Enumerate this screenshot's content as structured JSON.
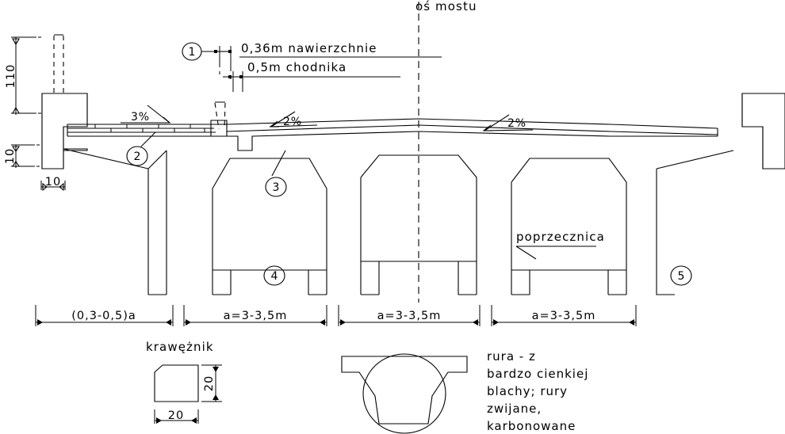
{
  "drawing": {
    "title_axis": "oś mostu",
    "annotations": {
      "surface_layer": "0,36m nawierzchnie",
      "sidewalk_layer": "0,5m chodnika",
      "crossbeam": "poprzecznica",
      "curb_title": "krawężnik",
      "pipe_note_line1": "rura - z",
      "pipe_note_line2": "bardzo cienkiej",
      "pipe_note_line3": "blachy; rury",
      "pipe_note_line4": "zwijane,",
      "pipe_note_line5": "karbonowane"
    },
    "slopes": {
      "left_sidewalk": "3%",
      "left_road": "2%",
      "right_road": "2%"
    },
    "callouts": {
      "one": "1",
      "two": "2",
      "three": "3",
      "four": "4",
      "five": "5"
    },
    "dimensions": {
      "abutment_height": "110",
      "abutment_ledge": "10",
      "abutment_width": "10",
      "cantilever_span": "(0,3-0,5)a",
      "bay_1": "a=3-3,5m",
      "bay_2": "a=3-3,5m",
      "bay_3": "a=3-3,5m",
      "curb_height": "20",
      "curb_width": "20"
    },
    "colors": {
      "line": "#000000",
      "background": "#ffffff"
    }
  }
}
